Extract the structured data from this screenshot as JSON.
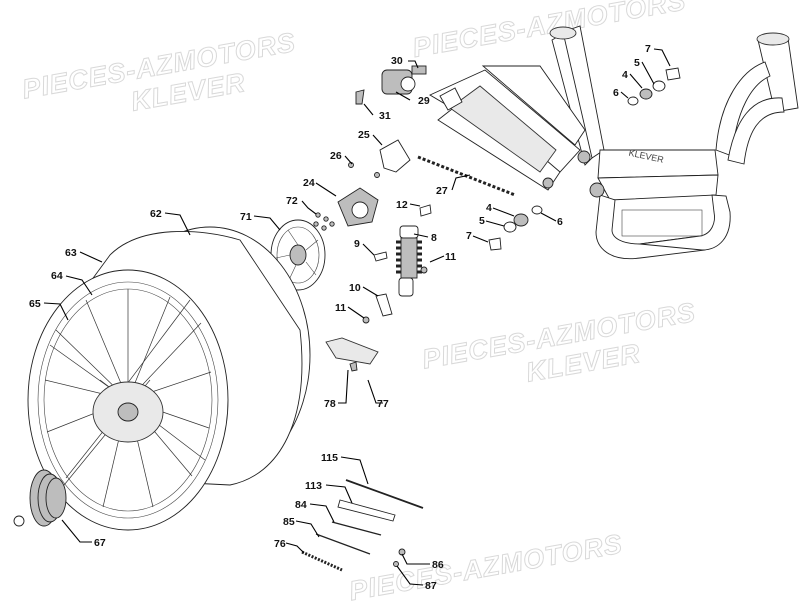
{
  "watermarks": [
    {
      "line1": "PIECES-AZMOTORS",
      "line2": "KLEVER"
    },
    {
      "line1": "PIECES-AZMOTORS",
      "line2": "KLEVER"
    },
    {
      "line1": "PIECES-AZMOTORS",
      "line2": ""
    }
  ],
  "frame_logo": "KLEVER",
  "callouts": [
    {
      "id": "c30",
      "label": "30"
    },
    {
      "id": "c29",
      "label": "29"
    },
    {
      "id": "c31",
      "label": "31"
    },
    {
      "id": "c25",
      "label": "25"
    },
    {
      "id": "c26",
      "label": "26"
    },
    {
      "id": "c24",
      "label": "24"
    },
    {
      "id": "c27",
      "label": "27"
    },
    {
      "id": "c72",
      "label": "72"
    },
    {
      "id": "c71",
      "label": "71"
    },
    {
      "id": "c62",
      "label": "62"
    },
    {
      "id": "c63",
      "label": "63"
    },
    {
      "id": "c64",
      "label": "64"
    },
    {
      "id": "c65",
      "label": "65"
    },
    {
      "id": "c12",
      "label": "12"
    },
    {
      "id": "c9",
      "label": "9"
    },
    {
      "id": "c8",
      "label": "8"
    },
    {
      "id": "c10",
      "label": "10"
    },
    {
      "id": "c11a",
      "label": "11"
    },
    {
      "id": "c11b",
      "label": "11"
    },
    {
      "id": "c4a",
      "label": "4"
    },
    {
      "id": "c5a",
      "label": "5"
    },
    {
      "id": "c6a",
      "label": "6"
    },
    {
      "id": "c7a",
      "label": "7"
    },
    {
      "id": "c7b",
      "label": "7"
    },
    {
      "id": "c5b",
      "label": "5"
    },
    {
      "id": "c4b",
      "label": "4"
    },
    {
      "id": "c6b",
      "label": "6"
    },
    {
      "id": "c78",
      "label": "78"
    },
    {
      "id": "c77",
      "label": "77"
    },
    {
      "id": "c115",
      "label": "115"
    },
    {
      "id": "c113",
      "label": "113"
    },
    {
      "id": "c84",
      "label": "84"
    },
    {
      "id": "c85",
      "label": "85"
    },
    {
      "id": "c76",
      "label": "76"
    },
    {
      "id": "c86",
      "label": "86"
    },
    {
      "id": "c87",
      "label": "87"
    },
    {
      "id": "c67",
      "label": "67"
    }
  ]
}
